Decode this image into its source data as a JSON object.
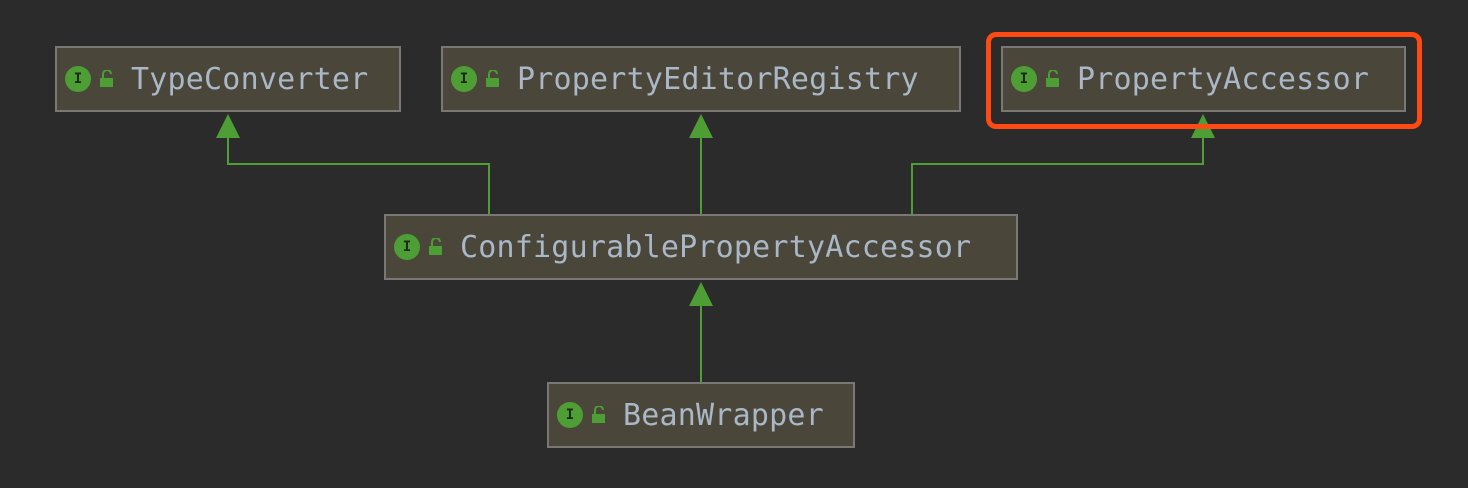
{
  "diagram": {
    "nodes": [
      {
        "id": "typeconverter",
        "label": "TypeConverter",
        "badge": "I"
      },
      {
        "id": "propertyeditorregistry",
        "label": "PropertyEditorRegistry",
        "badge": "I"
      },
      {
        "id": "propertyaccessor",
        "label": "PropertyAccessor",
        "badge": "I",
        "highlighted": true
      },
      {
        "id": "configurablepropertyaccessor",
        "label": "ConfigurablePropertyAccessor",
        "badge": "I"
      },
      {
        "id": "beanwrapper",
        "label": "BeanWrapper",
        "badge": "I"
      }
    ],
    "edges": [
      {
        "from": "configurablepropertyaccessor",
        "to": "typeconverter",
        "kind": "extends"
      },
      {
        "from": "configurablepropertyaccessor",
        "to": "propertyeditorregistry",
        "kind": "extends"
      },
      {
        "from": "configurablepropertyaccessor",
        "to": "propertyaccessor",
        "kind": "extends"
      },
      {
        "from": "beanwrapper",
        "to": "configurablepropertyaccessor",
        "kind": "extends"
      }
    ]
  },
  "colors": {
    "background": "#2b2b2b",
    "node_fill": "#4a473a",
    "node_border": "#797875",
    "label_text": "#a9b7c6",
    "interface_badge": "#4c9e35",
    "edge": "#4c9e35",
    "highlight": "#ff4a14"
  },
  "icons": {
    "badge": "interface-icon",
    "visibility": "public-lock-icon"
  }
}
